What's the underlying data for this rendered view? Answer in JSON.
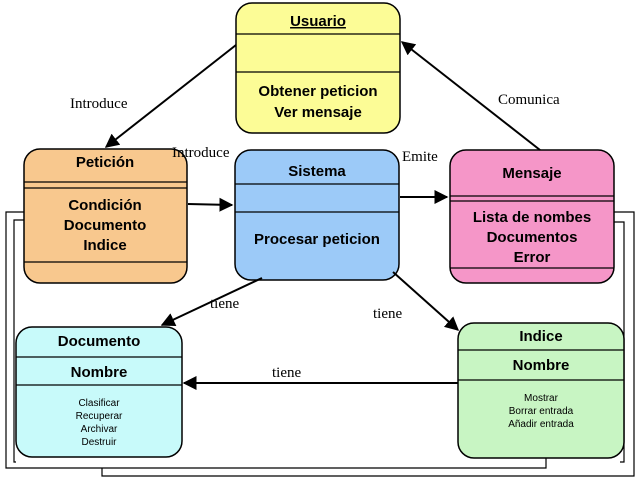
{
  "boxes": {
    "usuario": {
      "title": "Usuario",
      "lines": [
        "Obtener peticion",
        "Ver mensaje"
      ],
      "fill": "#fcfc96"
    },
    "peticion": {
      "title": "Petición",
      "lines": [
        "Condición",
        "Documento",
        "Indice"
      ],
      "fill": "#f8c88e"
    },
    "sistema": {
      "title": "Sistema",
      "lines": [
        "Procesar peticion"
      ],
      "fill": "#9ccaf8"
    },
    "mensaje": {
      "title": "Mensaje",
      "lines": [
        "Lista de nombes",
        "Documentos",
        "Error"
      ],
      "fill": "#f596c8"
    },
    "documento": {
      "title": "Documento",
      "subtitle": "Nombre",
      "lines": [
        "Clasificar",
        "Recuperar",
        "Archivar",
        "Destruir"
      ],
      "fill": "#c8fafa"
    },
    "indice": {
      "title": "Indice",
      "subtitle": "Nombre",
      "lines": [
        "Mostrar",
        "Borrar entrada",
        "Añadir entrada"
      ],
      "fill": "#c8f5c3"
    }
  },
  "edges": {
    "introduce_1": "Introduce",
    "introduce_2": "Introduce",
    "emite": "Emite",
    "comunica": "Comunica",
    "tiene_doc": "tiene",
    "tiene_idx": "tiene",
    "tiene_idx_doc": "tiene"
  }
}
